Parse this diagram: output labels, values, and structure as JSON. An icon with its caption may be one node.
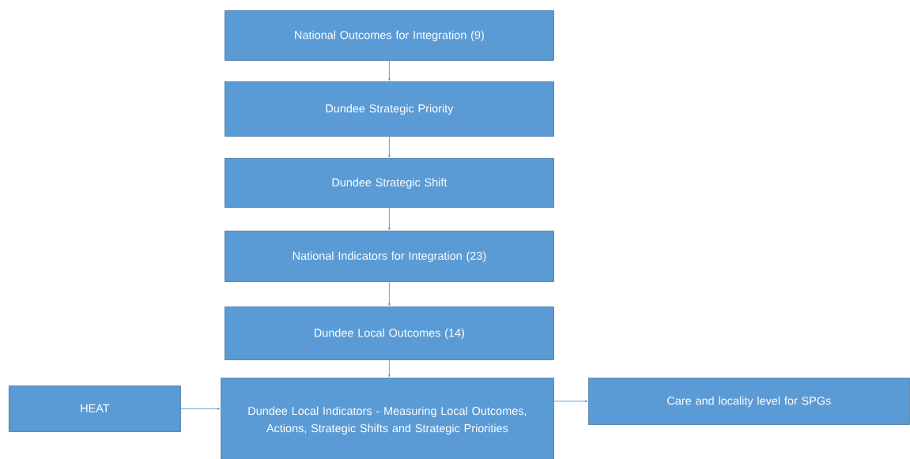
{
  "diagram": {
    "nodes": [
      {
        "text": [
          "National Outcomes for Integration (9)"
        ]
      },
      {
        "text": [
          "Dundee Strategic Priority"
        ]
      },
      {
        "text": [
          "Dundee Strategic Shift"
        ]
      },
      {
        "text": [
          "National Indicators for Integration (23)"
        ]
      },
      {
        "text": [
          "Dundee Local Outcomes (14)"
        ]
      },
      {
        "text": [
          "Dundee Local Indicators - Measuring Local Outcomes, Actions, Strategic Shifts and Strategic Priorities"
        ]
      },
      {
        "text": [
          "HEAT"
        ]
      },
      {
        "text": [
          "Care and locality level for SPGs"
        ]
      }
    ],
    "edges": [
      {
        "from": 0,
        "to": 1,
        "arrow": "to"
      },
      {
        "from": 1,
        "to": 2,
        "arrow": "to"
      },
      {
        "from": 2,
        "to": 3,
        "arrow": "to"
      },
      {
        "from": 3,
        "to": 4,
        "arrow": "to"
      },
      {
        "from": 4,
        "to": 5,
        "arrow": "to"
      },
      {
        "from": 6,
        "to": 5,
        "arrow": "to"
      },
      {
        "from": 5,
        "to": 7,
        "arrow": "to"
      }
    ]
  }
}
